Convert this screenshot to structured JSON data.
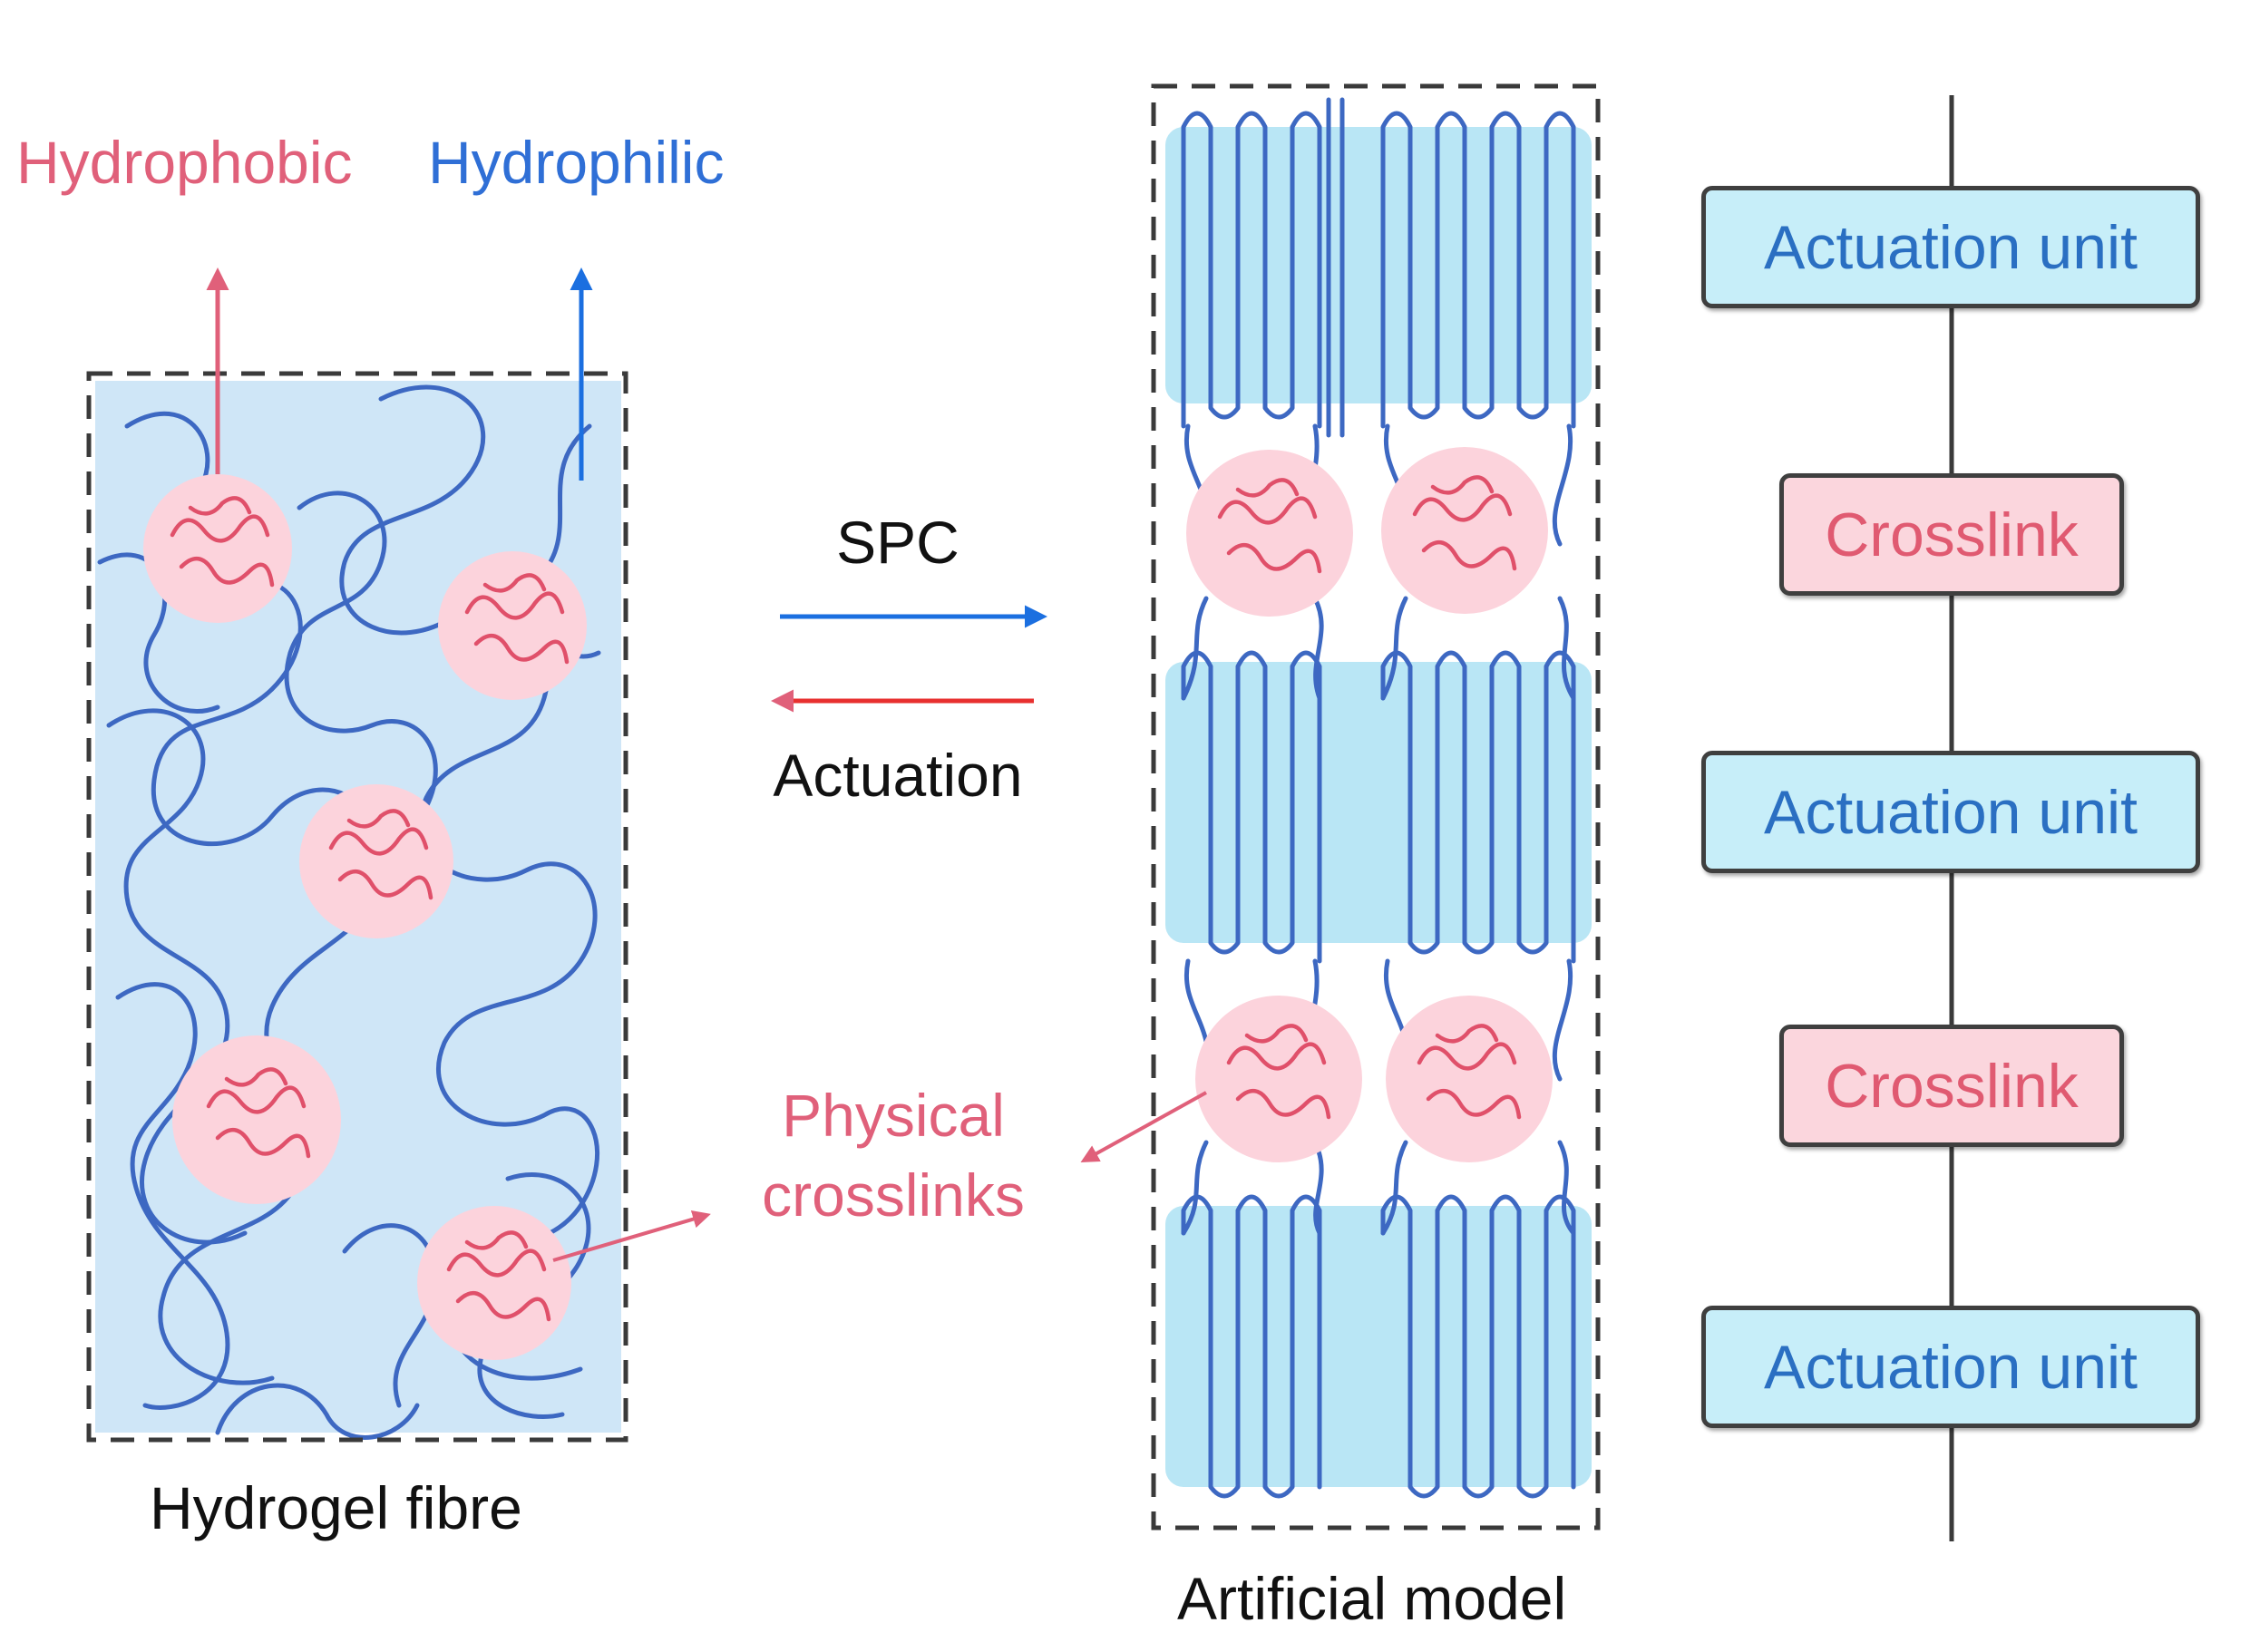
{
  "colors": {
    "hydrophobic": "#e0607a",
    "hydrophilic": "#2f6fd6",
    "chain": "#3d68c2",
    "fibre_fill": "#cfe6f7",
    "crosslink_fill": "#fcd3dc",
    "crosslink_chain": "#e0506a",
    "actuation_box": "#c7eef9",
    "crosslink_box": "#fbd6dd",
    "spc_arrow": "#1b6fe0",
    "actuation_arrow": "#e8302f"
  },
  "legend": {
    "hydrophobic": "Hydrophobic",
    "hydrophilic": "Hydrophilic"
  },
  "left_panel": {
    "caption": "Hydrogel fibre"
  },
  "center": {
    "forward_label": "SPC",
    "reverse_label": "Actuation",
    "crosslink_label_line1": "Physical",
    "crosslink_label_line2": "crosslinks"
  },
  "right_panel": {
    "caption": "Artificial model"
  },
  "chain_model": {
    "units": [
      "Actuation unit",
      "Crosslink",
      "Actuation unit",
      "Crosslink",
      "Actuation unit"
    ]
  }
}
